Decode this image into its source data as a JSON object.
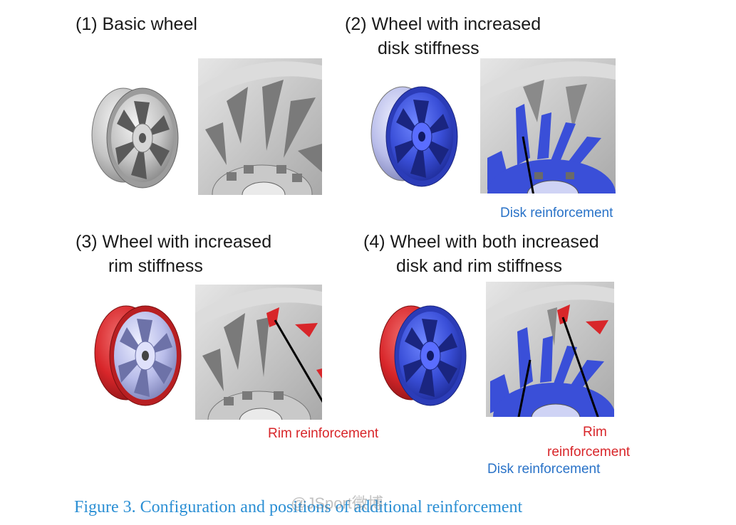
{
  "panels": [
    {
      "title_line1": "(1) Basic wheel",
      "title_line2": ""
    },
    {
      "title_line1": "(2) Wheel with increased",
      "title_line2": "disk stiffness"
    },
    {
      "title_line1": "(3) Wheel with increased",
      "title_line2": "rim stiffness"
    },
    {
      "title_line1": "(4) Wheel with both increased",
      "title_line2": "disk and rim stiffness"
    }
  ],
  "annotations": {
    "panel2_disk": "Disk reinforcement",
    "panel3_rim": "Rim reinforcement",
    "panel4_rim_line1": "Rim",
    "panel4_rim_line2": "reinforcement",
    "panel4_disk": "Disk reinforcement"
  },
  "caption": "Figure 3. Configuration and positions of additional reinforcement",
  "watermark": "@JSport微博",
  "colors": {
    "disk_reinforcement": "#3a4fd8",
    "rim_reinforcement": "#d8262a",
    "base_wheel": "#b8b8b8",
    "caption": "#2b8fd4",
    "label_blue": "#2a73c8",
    "label_red": "#d8262a"
  }
}
